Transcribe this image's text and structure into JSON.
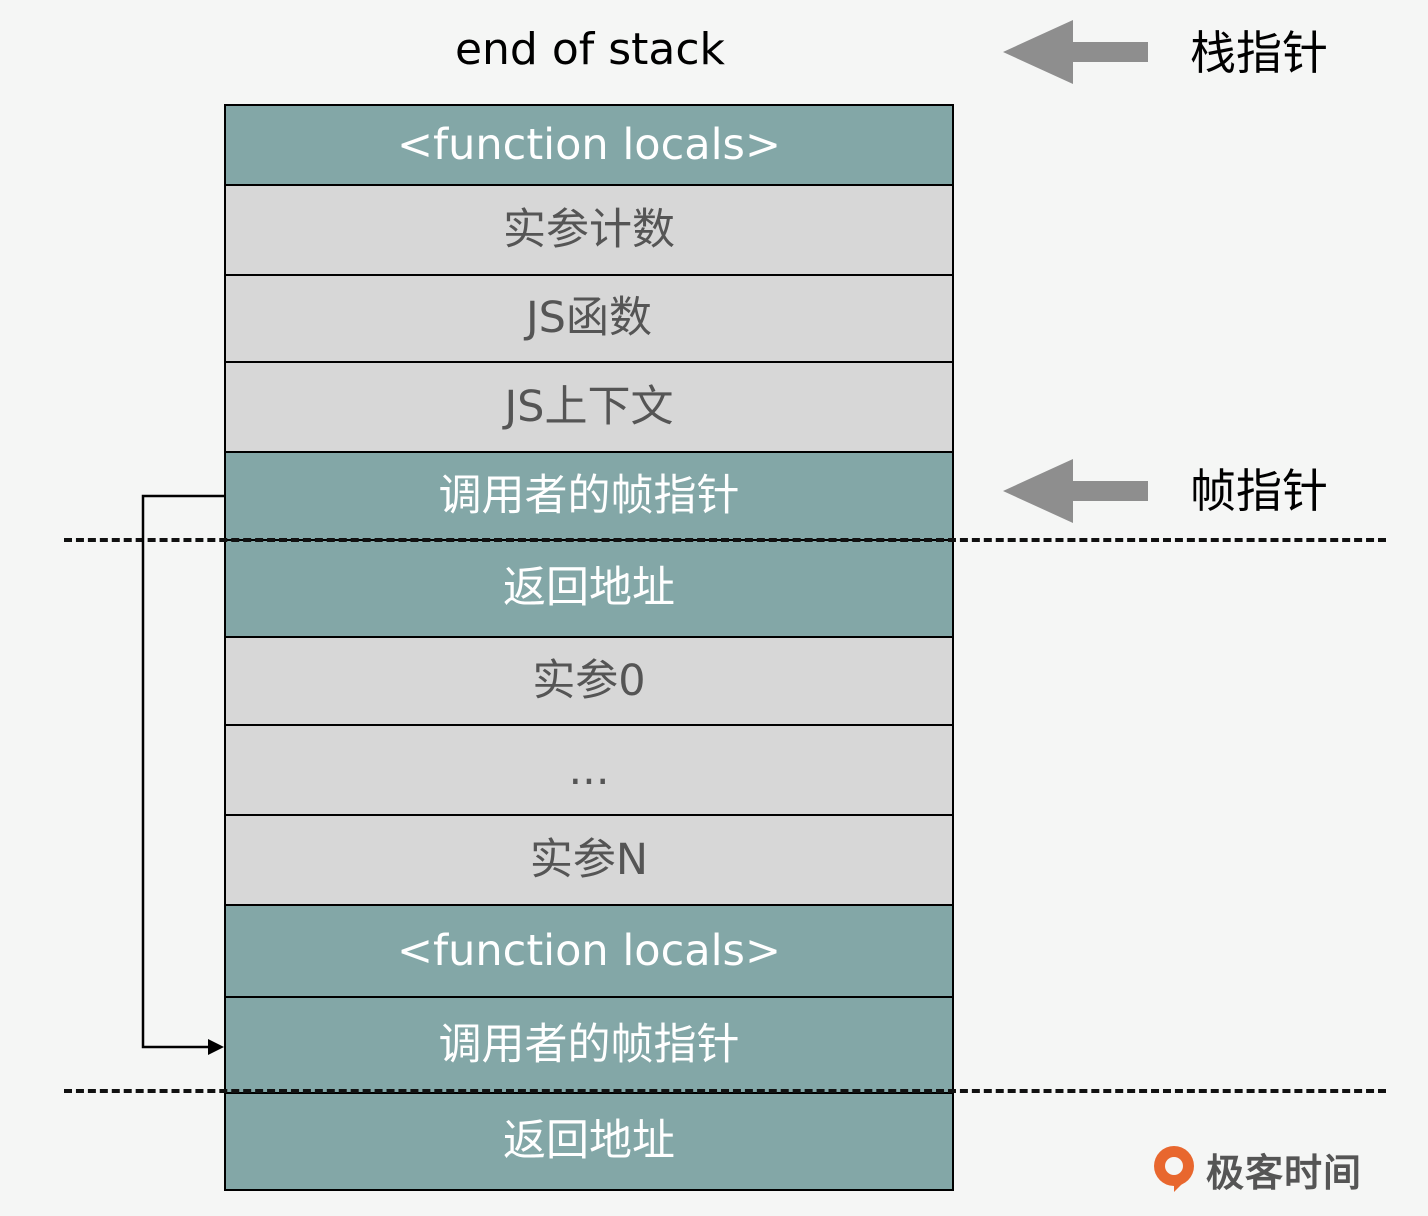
{
  "title": "end of stack",
  "pointers": {
    "stack_pointer": "栈指针",
    "frame_pointer": "帧指针"
  },
  "cells": [
    {
      "label": "<function locals>",
      "style": "teal"
    },
    {
      "label": "实参计数",
      "style": "gray"
    },
    {
      "label": "JS函数",
      "style": "gray"
    },
    {
      "label": "JS上下文",
      "style": "gray"
    },
    {
      "label": "调用者的帧指针",
      "style": "teal"
    },
    {
      "label": "返回地址",
      "style": "teal"
    },
    {
      "label": "实参0",
      "style": "gray"
    },
    {
      "label": "...",
      "style": "gray"
    },
    {
      "label": "实参N",
      "style": "gray"
    },
    {
      "label": "<function locals>",
      "style": "teal"
    },
    {
      "label": "调用者的帧指针",
      "style": "teal"
    },
    {
      "label": "返回地址",
      "style": "teal"
    }
  ],
  "logo": {
    "text": "极客时间"
  },
  "colors": {
    "teal": "#83a7a7",
    "gray": "#d7d7d7",
    "arrow": "#8e8e8e",
    "logo_orange": "#e8672e",
    "background": "#f5f6f5"
  }
}
